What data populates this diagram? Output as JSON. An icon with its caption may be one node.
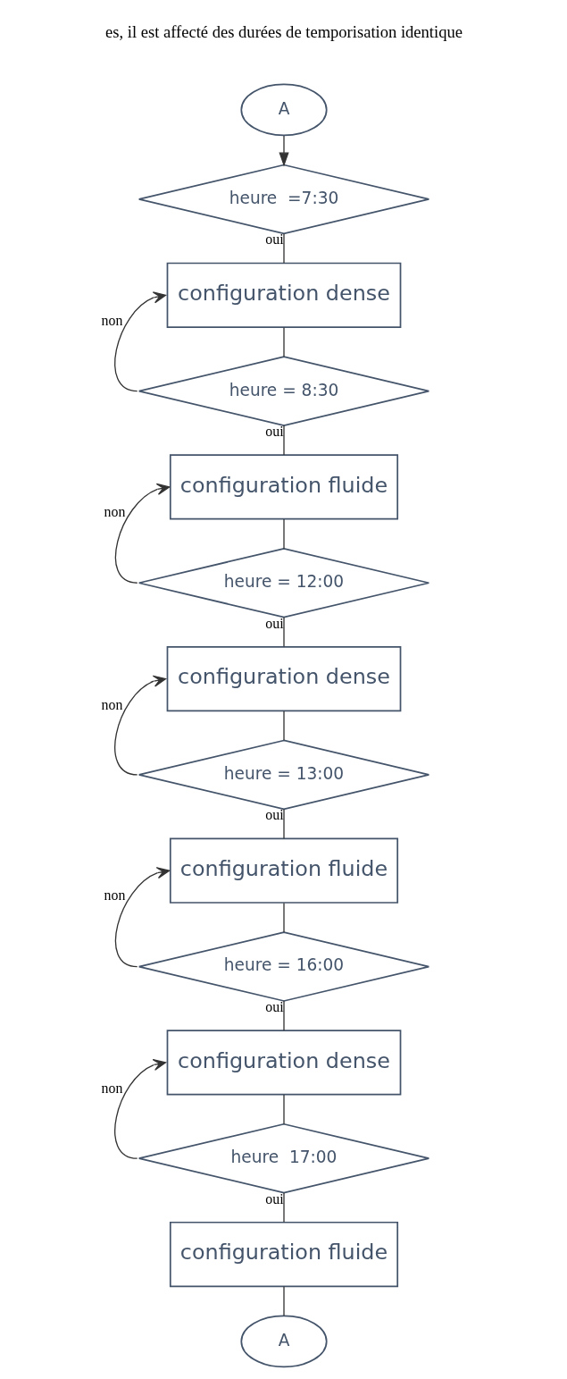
{
  "diagram": {
    "nodes": [
      {
        "text": [
          "A"
        ]
      },
      {
        "text": [
          "heure  =7:30"
        ]
      },
      {
        "text": [
          "configuration dense"
        ]
      },
      {
        "text": [
          "heure = 8:30"
        ]
      },
      {
        "text": [
          "configuration fluide"
        ]
      },
      {
        "text": [
          "heure = 12:00"
        ]
      },
      {
        "text": [
          "configuration dense"
        ]
      },
      {
        "text": [
          "heure = 13:00"
        ]
      },
      {
        "text": [
          "configuration fluide"
        ]
      },
      {
        "text": [
          "heure = 16:00"
        ]
      },
      {
        "text": [
          "configuration dense"
        ]
      },
      {
        "text": [
          "heure  17:00"
        ]
      },
      {
        "text": [
          "configuration fluide"
        ]
      },
      {
        "text": [
          "A"
        ]
      }
    ],
    "edges": [
      {
        "from": 0,
        "to": 1,
        "arrow": "to"
      },
      {
        "from": 1,
        "to": 2,
        "arrow": "none",
        "label": "oui"
      },
      {
        "from": 2,
        "to": 3,
        "arrow": "none"
      },
      {
        "from": 3,
        "to": 2,
        "arrow": "to",
        "label": "non"
      },
      {
        "from": 3,
        "to": 4,
        "arrow": "none",
        "label": "oui"
      },
      {
        "from": 4,
        "to": 5,
        "arrow": "none"
      },
      {
        "from": 5,
        "to": 4,
        "arrow": "to",
        "label": "non"
      },
      {
        "from": 5,
        "to": 6,
        "arrow": "none",
        "label": "oui"
      },
      {
        "from": 6,
        "to": 7,
        "arrow": "none"
      },
      {
        "from": 7,
        "to": 6,
        "arrow": "to",
        "label": "non"
      },
      {
        "from": 7,
        "to": 8,
        "arrow": "none",
        "label": "oui"
      },
      {
        "from": 8,
        "to": 9,
        "arrow": "none"
      },
      {
        "from": 9,
        "to": 8,
        "arrow": "to",
        "label": "non"
      },
      {
        "from": 9,
        "to": 10,
        "arrow": "none",
        "label": "oui"
      },
      {
        "from": 10,
        "to": 11,
        "arrow": "none"
      },
      {
        "from": 11,
        "to": 10,
        "arrow": "to",
        "label": "non"
      },
      {
        "from": 11,
        "to": 12,
        "arrow": "none",
        "label": "oui"
      },
      {
        "from": 12,
        "to": 13,
        "arrow": "none"
      }
    ],
    "labels": [
      "es, il est affecté des durées de temporisation identique"
    ]
  }
}
